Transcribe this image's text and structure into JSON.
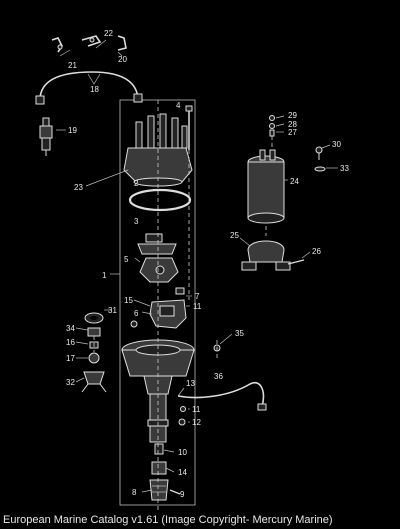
{
  "caption": "European Marine Catalog v1.61 (Image Copyright- Mercury Marine)",
  "callouts": {
    "n1": "1",
    "n2": "2",
    "n3": "3",
    "n4": "4",
    "n5": "5",
    "n6": "6",
    "n7": "7",
    "n8": "8",
    "n9": "9",
    "n10": "10",
    "n11a": "11",
    "n11b": "11",
    "n12": "12",
    "n13": "13",
    "n14": "14",
    "n15": "15",
    "n16": "16",
    "n17": "17",
    "n18": "18",
    "n19": "19",
    "n20": "20",
    "n21": "21",
    "n22": "22",
    "n23": "23",
    "n24": "24",
    "n25": "25",
    "n26": "26",
    "n27": "27",
    "n28": "28",
    "n29": "29",
    "n30": "30",
    "n31": "31",
    "n32": "32",
    "n33": "33",
    "n34": "34",
    "n35": "35",
    "n36": "36"
  }
}
